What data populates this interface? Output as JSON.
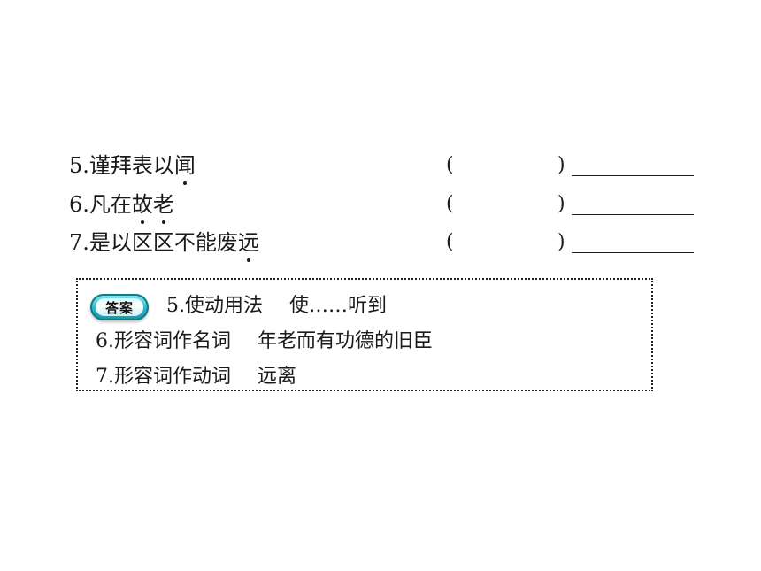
{
  "questions": [
    {
      "number": "5.",
      "chars": [
        "谨",
        "拜",
        "表",
        "以",
        "闻"
      ],
      "dotted": [
        4
      ],
      "paren_open": "(",
      "paren_close": ")"
    },
    {
      "number": "6.",
      "chars": [
        "凡",
        "在",
        "故",
        "老"
      ],
      "dotted": [
        2,
        3
      ],
      "paren_open": "(",
      "paren_close": ")"
    },
    {
      "number": "7.",
      "chars": [
        "是",
        "以",
        "区",
        "区",
        "不",
        "能",
        "废",
        "远"
      ],
      "dotted": [
        7
      ],
      "paren_open": "(",
      "paren_close": ")"
    }
  ],
  "answer": {
    "badge_label": "答案",
    "lines": [
      {
        "part1": "5.使动用法",
        "part2": "使……听到"
      },
      {
        "part1": "6.形容词作名词",
        "part2": "年老而有功德的旧臣"
      },
      {
        "part1": "7.形容词作动词",
        "part2": "远离"
      }
    ]
  },
  "colors": {
    "badge_fill": "#2bb8c8",
    "badge_border": "#0e7a86",
    "text": "#1a1a1a"
  }
}
